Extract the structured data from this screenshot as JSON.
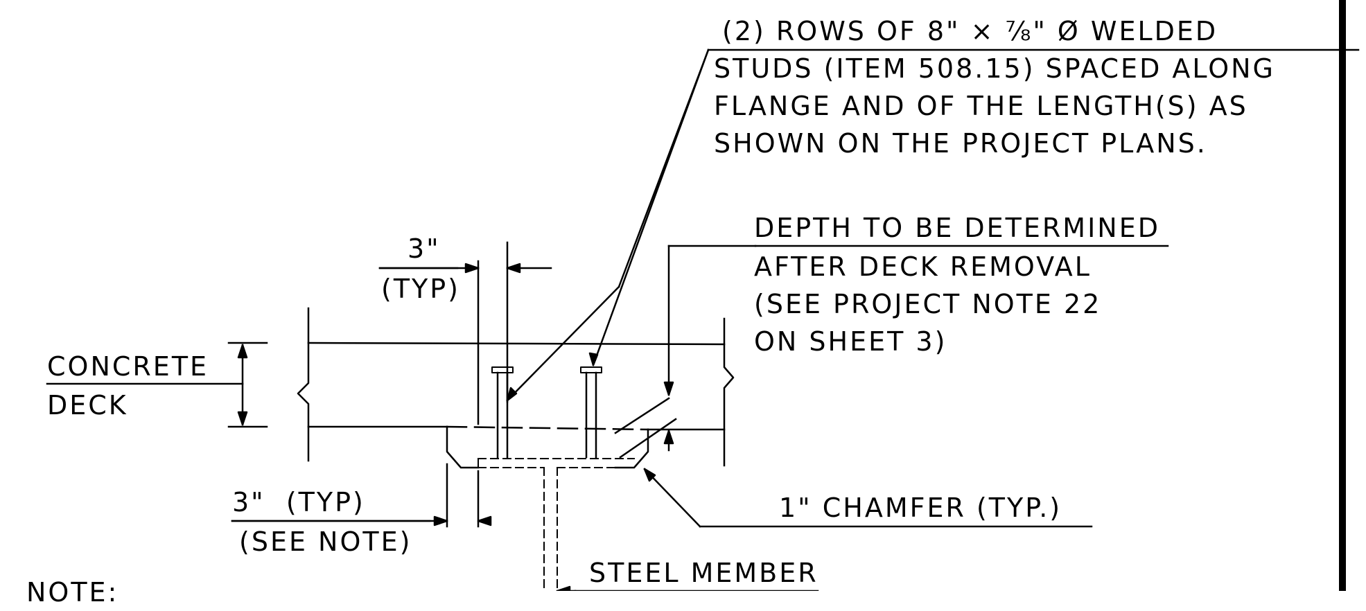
{
  "drawing": {
    "stud_note": {
      "line1": "(2) ROWS OF 8\" × ⅞\" Ø WELDED",
      "line2": "STUDS (ITEM 508.15) SPACED ALONG",
      "line3": "FLANGE AND OF THE LENGTH(S) AS",
      "line4": "SHOWN ON THE PROJECT PLANS."
    },
    "depth_note": {
      "line1": "DEPTH TO BE DETERMINED",
      "line2": "AFTER DECK REMOVAL",
      "line3": "(SEE PROJECT NOTE 22",
      "line4": "ON SHEET 3)"
    },
    "stud_spacing_dim": {
      "value": "3\"",
      "qualifier": "(TYP)"
    },
    "deck_label": {
      "line1": "CONCRETE",
      "line2": "DECK"
    },
    "edge_dim": {
      "value": "3\"  (TYP)",
      "qualifier": "(SEE NOTE)"
    },
    "chamfer_label": "1\" CHAMFER (TYP.)",
    "steel_member_label": "STEEL MEMBER",
    "note_heading": "NOTE:"
  }
}
